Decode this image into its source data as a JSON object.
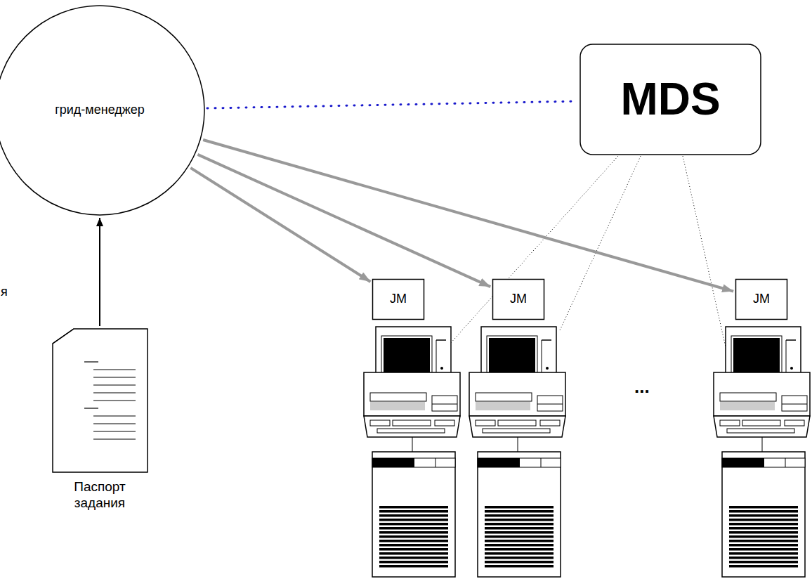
{
  "diagram": {
    "nodes": [
      {
        "text": [
          "грид-менеджер"
        ]
      },
      {
        "text": [
          "MDS"
        ]
      },
      {
        "text": [
          "JM"
        ]
      },
      {
        "text": [
          "JM"
        ]
      },
      {
        "text": [
          "JM"
        ]
      },
      {
        "text": [
          "Паспорт задания"
        ]
      }
    ],
    "edges": [
      {
        "from": 5,
        "to": 0,
        "arrow": "to"
      },
      {
        "from": 0,
        "to": 1,
        "arrow": "none"
      },
      {
        "from": 0,
        "to": 2,
        "arrow": "to"
      },
      {
        "from": 0,
        "to": 3,
        "arrow": "to"
      },
      {
        "from": 0,
        "to": 4,
        "arrow": "to"
      }
    ],
    "labels": [
      "...",
      "я"
    ]
  }
}
